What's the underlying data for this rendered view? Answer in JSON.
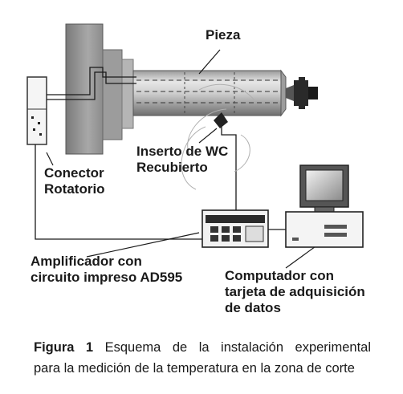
{
  "labels": {
    "pieza": "Pieza",
    "conector_line1": "Conector",
    "conector_line2": "Rotatorio",
    "inserto_line1": "Inserto de WC",
    "inserto_line2": "Recubierto",
    "amplificador_line1": "Amplificador con",
    "amplificador_line2": "circuito impreso AD595",
    "computador_line1": "Computador con",
    "computador_line2": "tarjeta de adquisición",
    "computador_line3": "de datos"
  },
  "caption": {
    "figure_label": "Figura 1",
    "line1": "Esquema de la instalación experimental",
    "line2": "para la medición de la temperatura en la zona de corte"
  }
}
